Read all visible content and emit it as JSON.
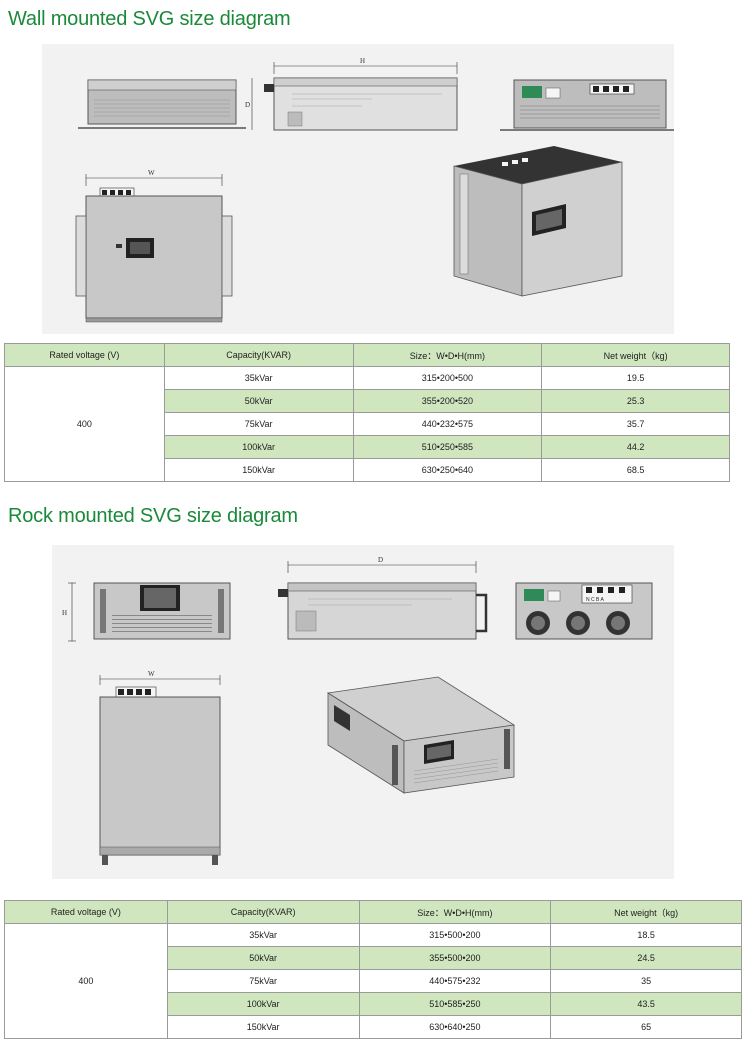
{
  "wall": {
    "title": "Wall mounted SVG size diagram",
    "dim_labels": {
      "h": "H",
      "d": "D",
      "w": "W"
    },
    "table": {
      "headers": [
        "Rated voltage (V)",
        "Capacity(KVAR)",
        "Size：W•D•H(mm)",
        "Net weight（kg)"
      ],
      "voltage": "400",
      "rows": [
        {
          "capacity": "35kVar",
          "size": "315•200•500",
          "weight": "19.5"
        },
        {
          "capacity": "50kVar",
          "size": "355•200•520",
          "weight": "25.3"
        },
        {
          "capacity": "75kVar",
          "size": "440•232•575",
          "weight": "35.7"
        },
        {
          "capacity": "100kVar",
          "size": "510•250•585",
          "weight": "44.2"
        },
        {
          "capacity": "150kVar",
          "size": "630•250•640",
          "weight": "68.5"
        }
      ]
    }
  },
  "rack": {
    "title": "Rock mounted SVG size diagram",
    "dim_labels": {
      "h": "H",
      "d": "D",
      "w": "W"
    },
    "terminal_labels": "N  C  B  A",
    "table": {
      "headers": [
        "Rated voltage (V)",
        "Capacity(KVAR)",
        "Size：W•D•H(mm)",
        "Net weight（kg)"
      ],
      "voltage": "400",
      "rows": [
        {
          "capacity": "35kVar",
          "size": "315•500•200",
          "weight": "18.5"
        },
        {
          "capacity": "50kVar",
          "size": "355•500•200",
          "weight": "24.5"
        },
        {
          "capacity": "75kVar",
          "size": "440•575•232",
          "weight": "35"
        },
        {
          "capacity": "100kVar",
          "size": "510•585•250",
          "weight": "43.5"
        },
        {
          "capacity": "150kVar",
          "size": "630•640•250",
          "weight": "65"
        }
      ]
    }
  },
  "colors": {
    "title_green": "#1a8a3a",
    "header_green": "#cfe6bf",
    "device_gray": "#bdbdbd",
    "panel_gray": "#f2f2f2"
  }
}
